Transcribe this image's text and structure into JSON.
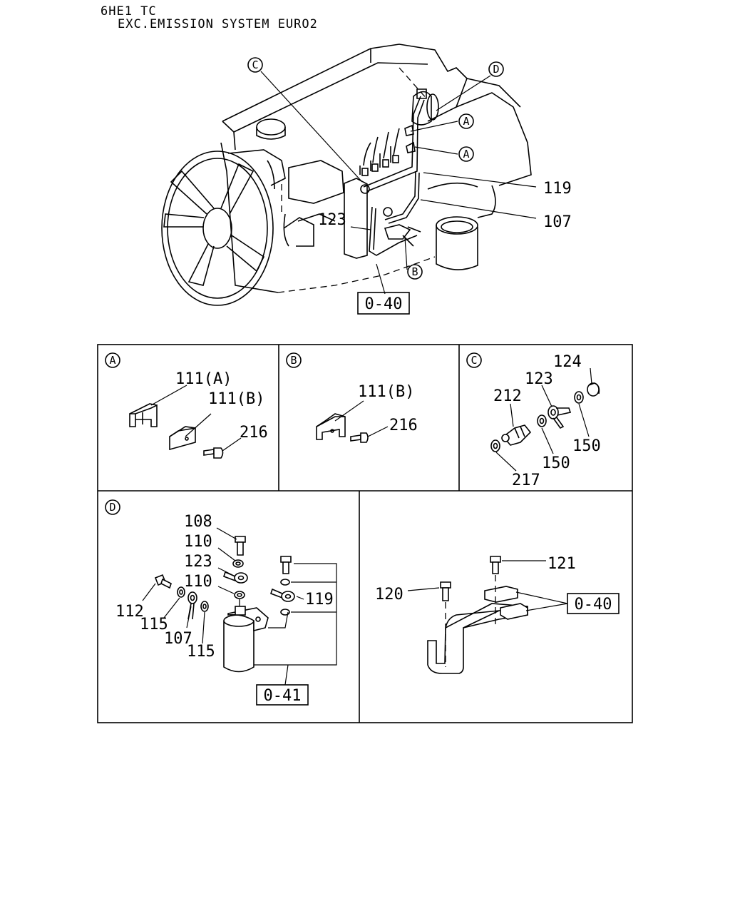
{
  "header": {
    "line1": "6HE1 TC",
    "line2": "EXC.EMISSION SYSTEM EURO2"
  },
  "main_view": {
    "callouts": {
      "C": "C",
      "D": "D",
      "A1": "A",
      "A2": "A",
      "B": "B"
    },
    "parts": {
      "p119": "119",
      "p107": "107",
      "p123": "123"
    },
    "ref": "0-40"
  },
  "panel_a": {
    "tag": "A",
    "parts": {
      "p111a": "111(A)",
      "p111b": "111(B)",
      "p216": "216"
    }
  },
  "panel_b": {
    "tag": "B",
    "parts": {
      "p111b": "111(B)",
      "p216": "216"
    }
  },
  "panel_c": {
    "tag": "C",
    "parts": {
      "p124": "124",
      "p123": "123",
      "p212": "212",
      "p150a": "150",
      "p150b": "150",
      "p217": "217"
    }
  },
  "panel_d": {
    "tag": "D",
    "parts": {
      "p108": "108",
      "p110a": "110",
      "p123": "123",
      "p110b": "110",
      "p119": "119",
      "p112": "112",
      "p115a": "115",
      "p107": "107",
      "p115b": "115"
    },
    "ref": "0-41"
  },
  "panel_e": {
    "parts": {
      "p121": "121",
      "p120": "120"
    },
    "ref": "0-40"
  }
}
